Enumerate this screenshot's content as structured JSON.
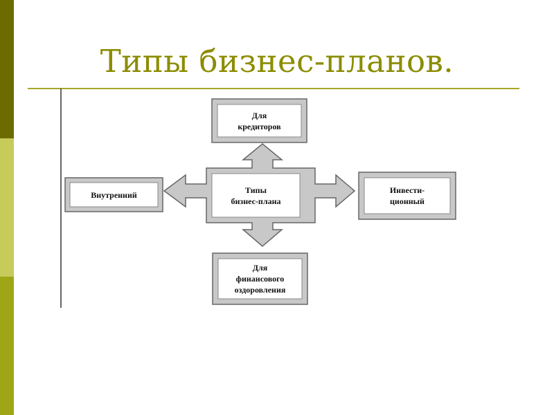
{
  "slide": {
    "title": "Типы бизнес-планов."
  },
  "diagram": {
    "center": "Типы\nбизнес-плана",
    "top": "Для\nкредиторов",
    "left": "Внутренний",
    "right": "Инвести-\nционный",
    "bottom": "Для\nфинансового\nоздоровления"
  },
  "colors": {
    "title": "#8c8c00",
    "box_fill": "#d0d0d0",
    "box_border": "#666666",
    "accent_dark": "#6b6b00",
    "accent_light": "#c6cb5a",
    "accent_mid": "#9fa616"
  }
}
